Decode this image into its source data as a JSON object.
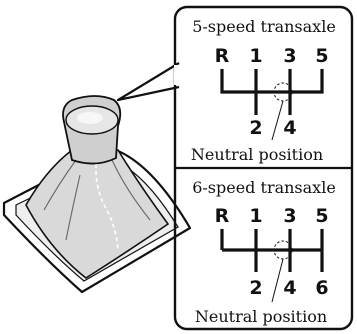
{
  "panels": [
    {
      "title": "5-speed transaxle",
      "top_gears": [
        "R",
        "1",
        "3",
        "5"
      ],
      "bottom_gears": [
        "2",
        "4"
      ],
      "neutral_label": "Neutral position"
    },
    {
      "title": "6-speed transaxle",
      "top_gears": [
        "R",
        "1",
        "3",
        "5"
      ],
      "bottom_gears": [
        "2",
        "4",
        "6"
      ],
      "neutral_label": "Neutral position"
    }
  ]
}
